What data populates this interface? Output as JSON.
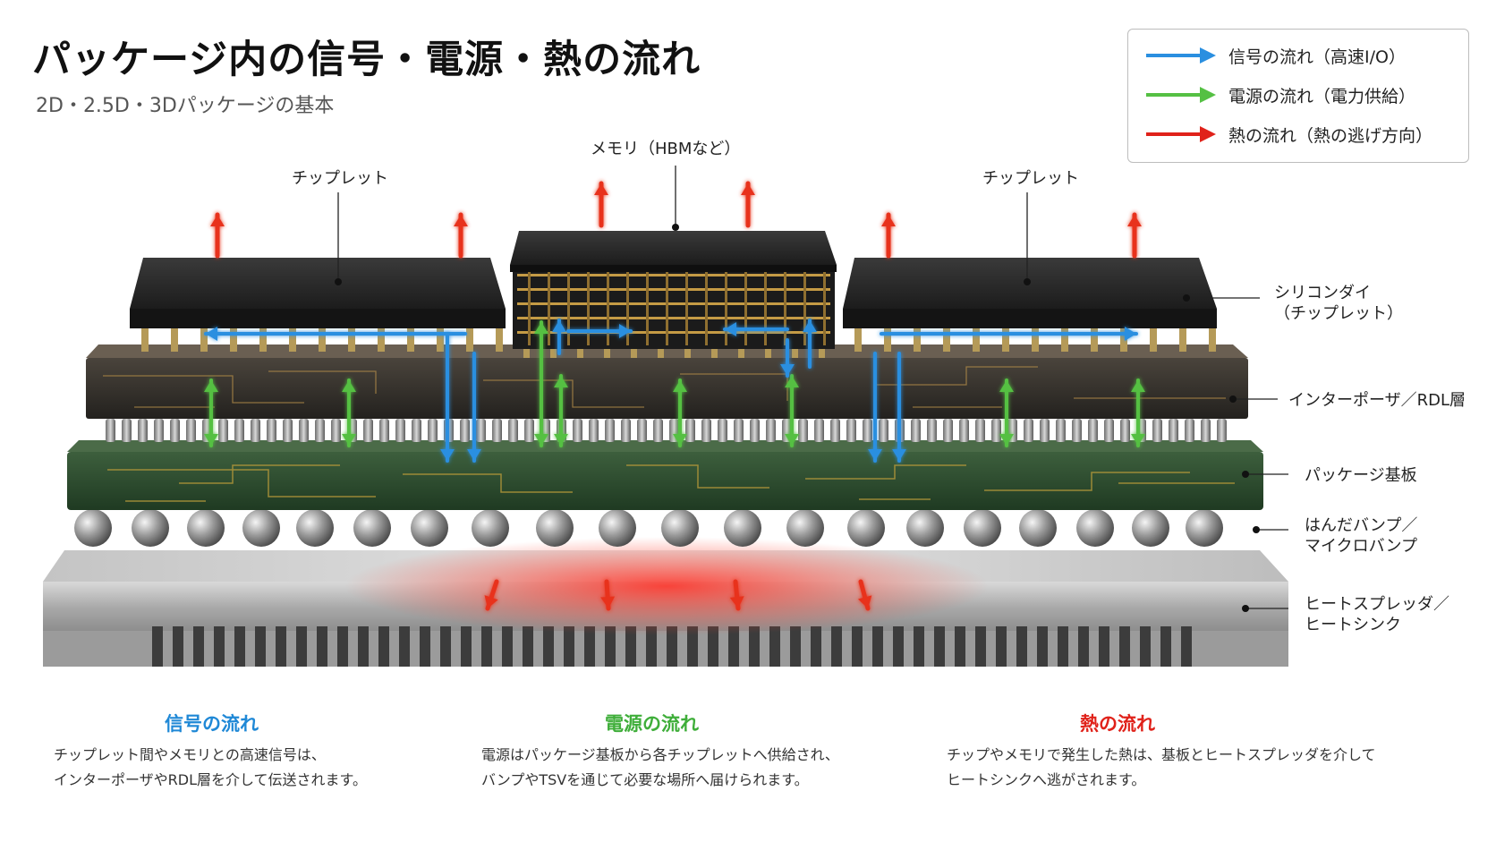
{
  "header": {
    "title": "パッケージ内の信号・電源・熱の流れ",
    "subtitle": "2D・2.5D・3Dパッケージの基本"
  },
  "legend": [
    {
      "label": "信号の流れ（高速I/O）",
      "color": "#2a8fe0",
      "icon": "blue-arrow-icon"
    },
    {
      "label": "電源の流れ（電力供給）",
      "color": "#55c043",
      "icon": "green-arrow-icon"
    },
    {
      "label": "熱の流れ（熱の逃げ方向）",
      "color": "#e0221a",
      "icon": "red-arrow-icon"
    }
  ],
  "labels": {
    "memory": "メモリ（HBMなど）",
    "chiplet_left": "チップレット",
    "chiplet_right": "チップレット",
    "silicon_die_1": "シリコンダイ",
    "silicon_die_2": "（チップレット）",
    "interposer": "インターポーザ／RDL層",
    "substrate": "パッケージ基板",
    "bump_1": "はんだバンプ／",
    "bump_2": "マイクロバンプ",
    "heatsink_1": "ヒートスプレッダ／",
    "heatsink_2": "ヒートシンク"
  },
  "columns": [
    {
      "heading": "信号の流れ",
      "color": "#1f88d6",
      "line1": "チップレット間やメモリとの高速信号は、",
      "line2": "インターポーザやRDL層を介して伝送されます。"
    },
    {
      "heading": "電源の流れ",
      "color": "#3fae3a",
      "line1": "電源はパッケージ基板から各チップレットへ供給され、",
      "line2": "バンプやTSVを通じて必要な場所へ届けられます。"
    },
    {
      "heading": "熱の流れ",
      "color": "#e0221a",
      "line1": "チップやメモリで発生した熱は、基板とヒートスプレッダを介して",
      "line2": "ヒートシンクへ逃がされます。"
    }
  ]
}
